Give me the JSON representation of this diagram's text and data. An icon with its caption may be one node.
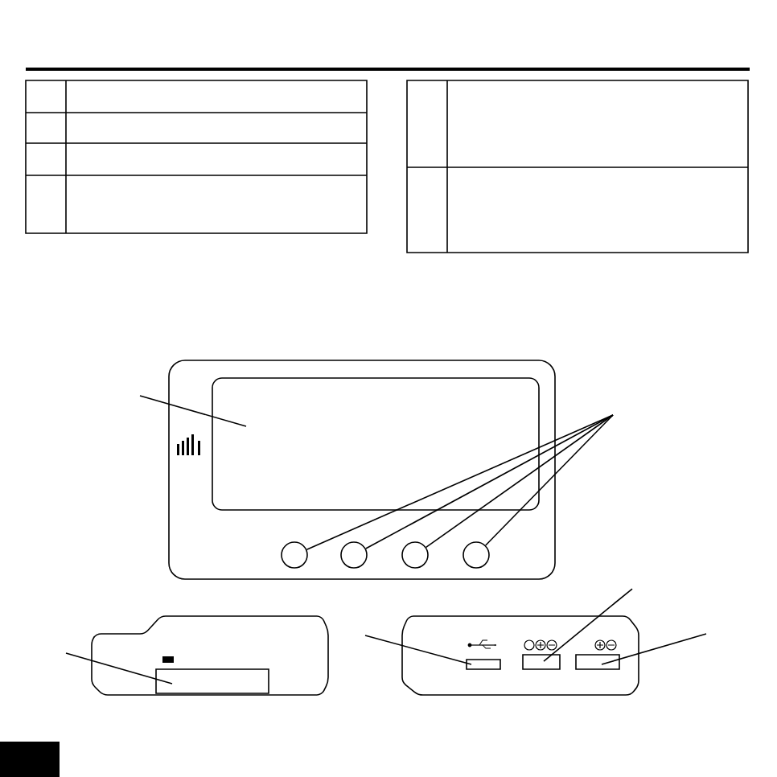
{
  "diagram": {
    "nodes": [
      {
        "text": [],
        "shape": "box"
      },
      {
        "text": [],
        "shape": "circle"
      },
      {
        "text": [],
        "shape": "circle"
      },
      {
        "text": [],
        "shape": "circle"
      },
      {
        "text": [],
        "shape": "circle"
      },
      {
        "text": [],
        "shape": "box"
      },
      {
        "text": [],
        "shape": "box"
      },
      {
        "text": [],
        "shape": "box"
      },
      {
        "text": [],
        "shape": "box"
      }
    ],
    "edges": [
      {
        "from": null,
        "to": 0,
        "arrow": "none"
      },
      {
        "from": null,
        "to": 1,
        "arrow": "none"
      },
      {
        "from": null,
        "to": 2,
        "arrow": "none"
      },
      {
        "from": null,
        "to": 3,
        "arrow": "none"
      },
      {
        "from": null,
        "to": 4,
        "arrow": "none"
      },
      {
        "from": null,
        "to": 5,
        "arrow": "none"
      },
      {
        "from": null,
        "to": 6,
        "arrow": "none"
      },
      {
        "from": null,
        "to": 7,
        "arrow": "none"
      },
      {
        "from": null,
        "to": 8,
        "arrow": "none"
      }
    ]
  }
}
